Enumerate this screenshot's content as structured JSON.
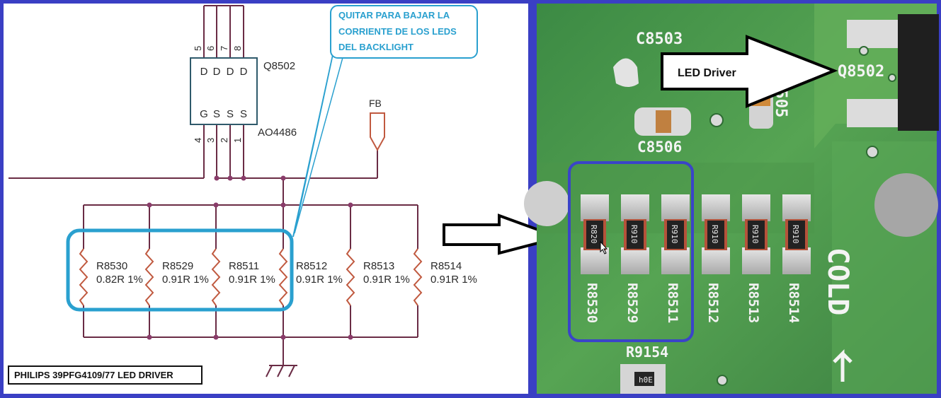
{
  "schematic": {
    "transistor": {
      "ref": "Q8502",
      "part": "AO4486",
      "top_pins": [
        "5",
        "6",
        "7",
        "8"
      ],
      "bottom_pins": [
        "4",
        "3",
        "2",
        "1"
      ],
      "top_labels": [
        "D",
        "D",
        "D",
        "D"
      ],
      "bottom_labels": [
        "G",
        "S",
        "S",
        "S"
      ]
    },
    "fb_label": "FB",
    "callout": [
      "QUITAR PARA BAJAR LA",
      "CORRIENTE DE LOS LEDS",
      "DEL BACKLIGHT"
    ],
    "resistors": [
      {
        "ref": "R8530",
        "value": "0.82R 1%"
      },
      {
        "ref": "R8529",
        "value": "0.91R 1%"
      },
      {
        "ref": "R8511",
        "value": "0.91R 1%"
      },
      {
        "ref": "R8512",
        "value": "0.91R 1%"
      },
      {
        "ref": "R8513",
        "value": "0.91R 1%"
      },
      {
        "ref": "R8514",
        "value": "0.91R 1%"
      }
    ],
    "title_box": "PHILIPS 39PFG4109/77 LED DRIVER"
  },
  "photo": {
    "labels": {
      "c8503": "C8503",
      "c8505": "C8505",
      "c8506": "C8506",
      "q8502": "Q8502",
      "led_driver": "LED Driver",
      "r9154": "R9154",
      "cold": "COLD"
    },
    "chip_codes": [
      "R820",
      "R910",
      "R910",
      "R910",
      "R910",
      "R910"
    ],
    "silkscreen": [
      "R8530",
      "R8529",
      "R8511",
      "R8512",
      "R8513",
      "R8514"
    ],
    "r9154_code": "h0E"
  },
  "colors": {
    "frame": "#3a3fc4",
    "wire": "#6a2c45",
    "highlight": "#2aa0cf",
    "callout_text": "#2aa0cf",
    "pcb": "#4f9a4d",
    "photo_box": "#3a44c8"
  }
}
